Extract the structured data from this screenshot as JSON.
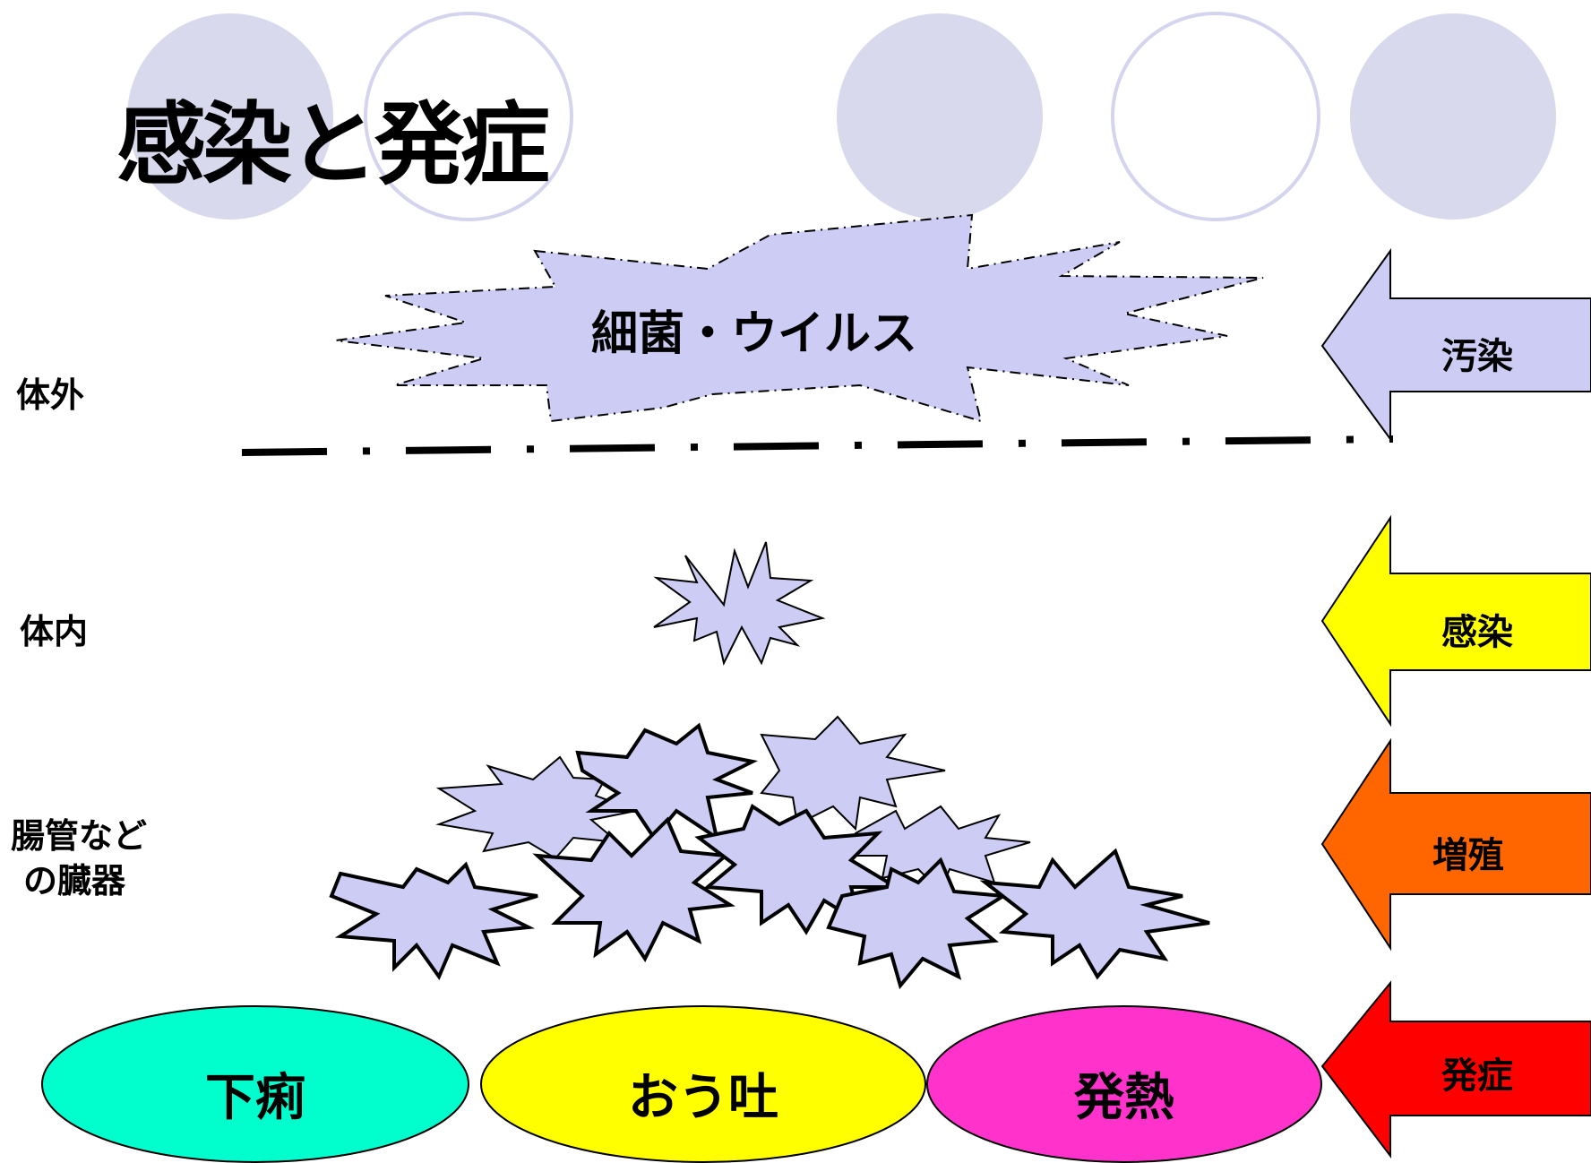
{
  "title": "感染と発症",
  "pathogen_label": "細菌・ウイルス",
  "zones": {
    "outside": "体外",
    "inside": "体内",
    "organs_line1": "腸管など",
    "organs_line2": "の臓器"
  },
  "stages": [
    {
      "label": "汚染",
      "color": "#ccccf5"
    },
    {
      "label": "感染",
      "color": "#ffff00"
    },
    {
      "label": "増殖",
      "color": "#ff6600"
    },
    {
      "label": "発症",
      "color": "#ff0000"
    }
  ],
  "symptoms": [
    {
      "label": "下痢",
      "color": "#00ffcc"
    },
    {
      "label": "おう吐",
      "color": "#ffff00"
    },
    {
      "label": "発熱",
      "color": "#ff33cc"
    }
  ],
  "colors": {
    "burst_fill": "#ccccff",
    "circle_fill": "#d9d9ee",
    "circle_outline": "#d4d4ee"
  }
}
